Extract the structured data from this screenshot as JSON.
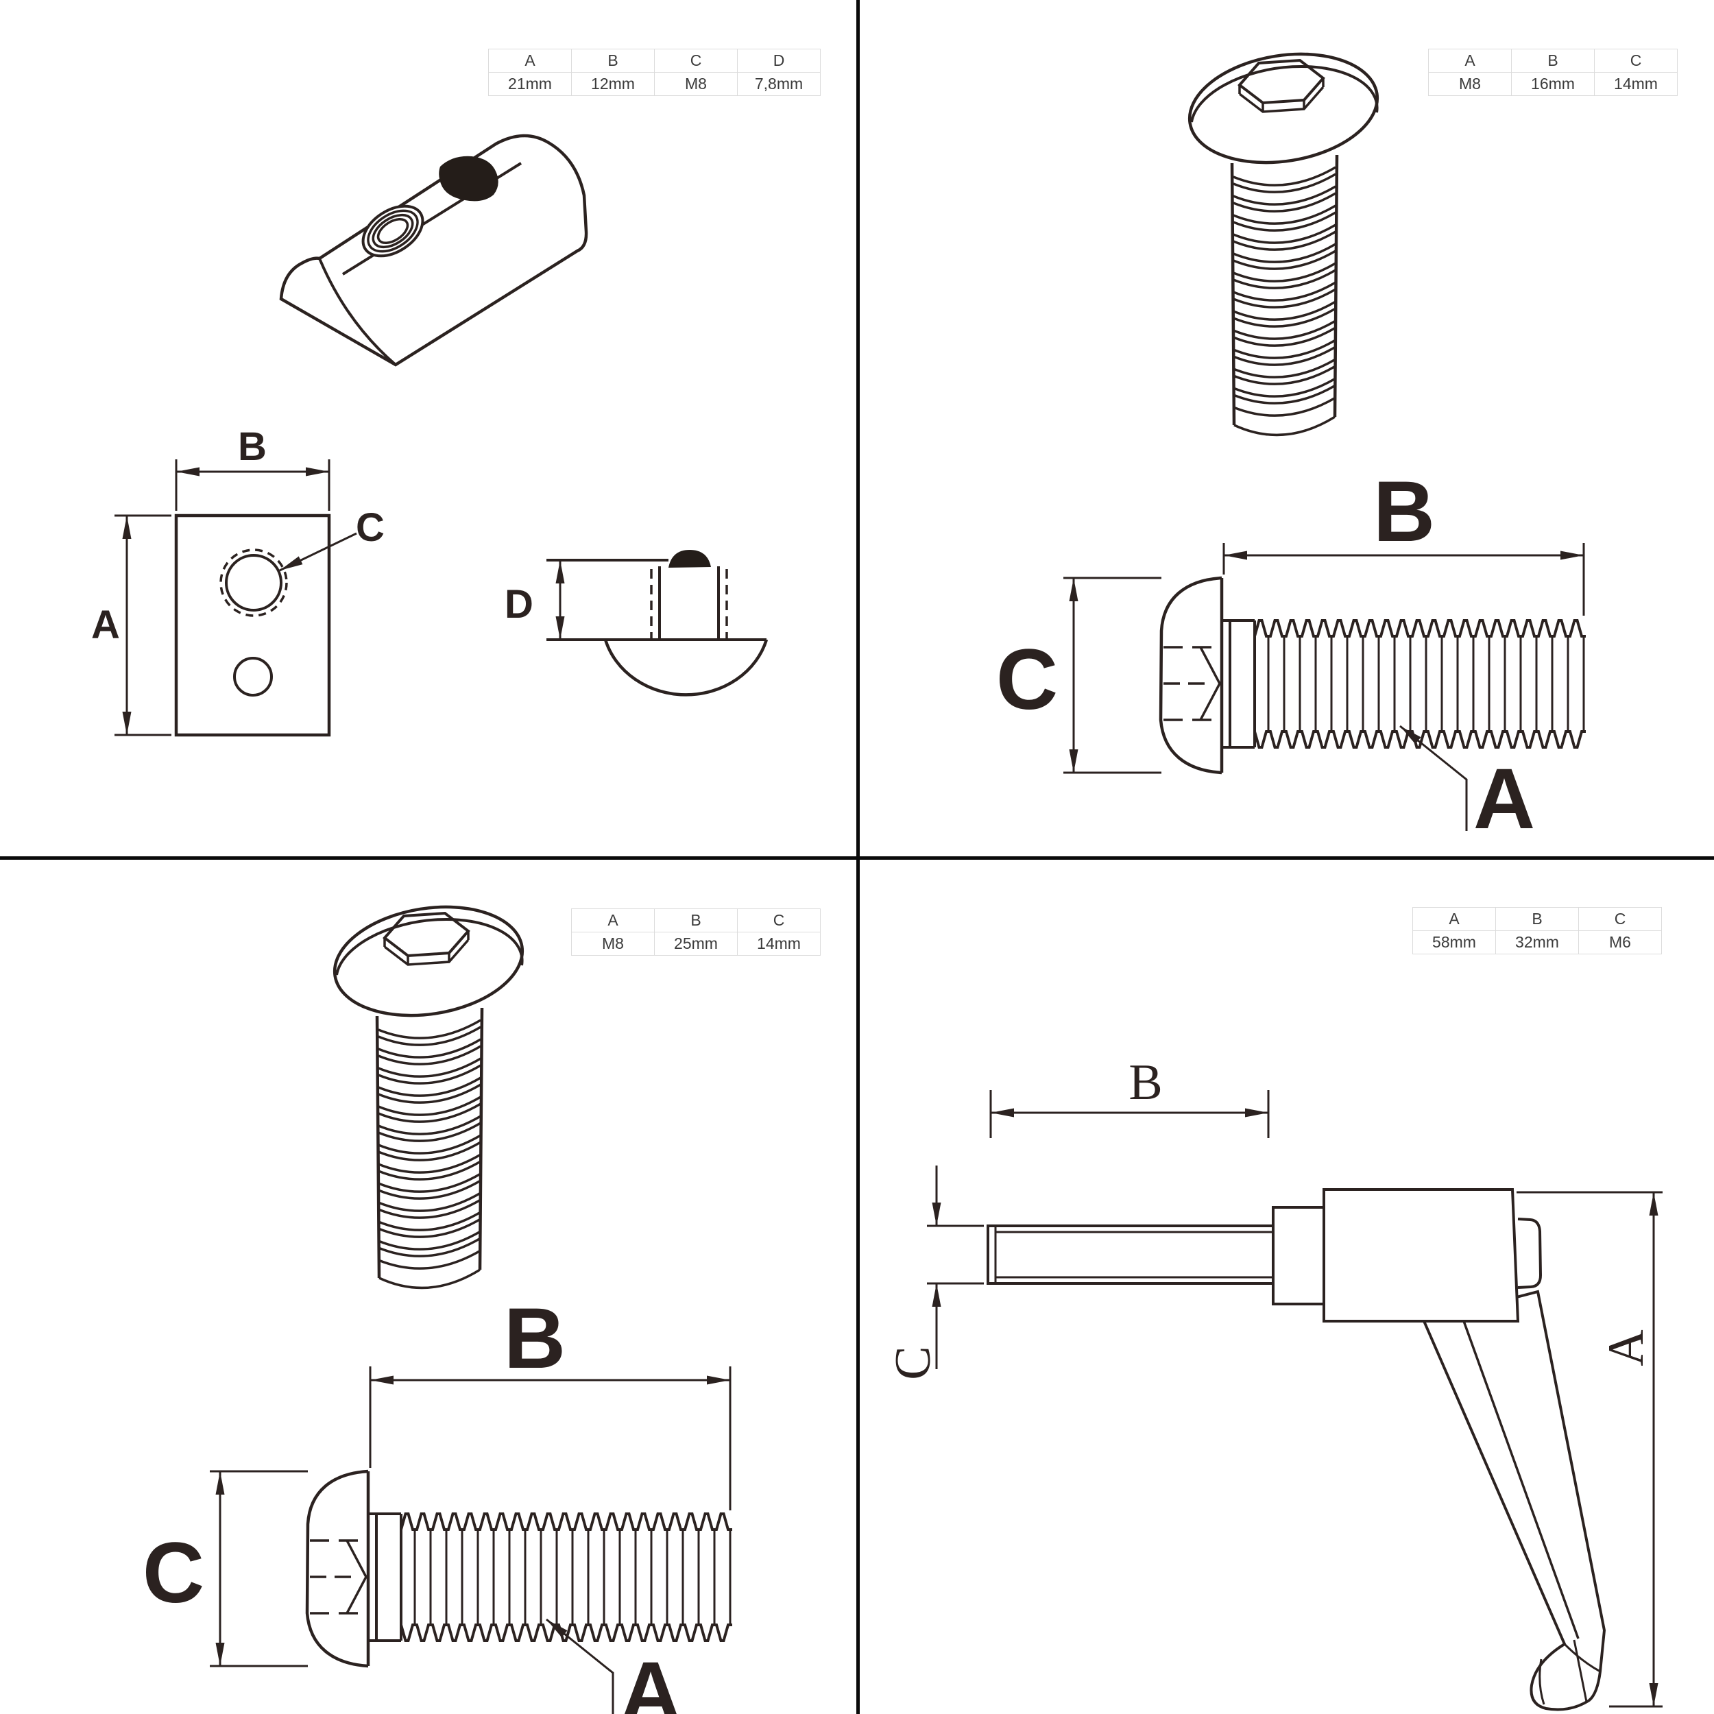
{
  "page": {
    "background": "#ffffff",
    "divider_color": "#0a0a0a",
    "line_color": "#2b2220",
    "table_border_color": "#dcdcdc",
    "table_text_color": "#3b3b3b"
  },
  "quadrants": {
    "top_left": {
      "part": "t-slot-nut",
      "table": {
        "headers": [
          "A",
          "B",
          "C",
          "D"
        ],
        "values": [
          "21mm",
          "12mm",
          "M8",
          "7,8mm"
        ]
      },
      "labels": {
        "a": "A",
        "b": "B",
        "c": "C",
        "d": "D"
      }
    },
    "top_right": {
      "part": "button-head-screw",
      "table": {
        "headers": [
          "A",
          "B",
          "C"
        ],
        "values": [
          "M8",
          "16mm",
          "14mm"
        ]
      },
      "labels": {
        "a": "A",
        "b": "B",
        "c": "C"
      }
    },
    "bottom_left": {
      "part": "button-head-screw",
      "table": {
        "headers": [
          "A",
          "B",
          "C"
        ],
        "values": [
          "M8",
          "25mm",
          "14mm"
        ]
      },
      "labels": {
        "a": "A",
        "b": "B",
        "c": "C"
      }
    },
    "bottom_right": {
      "part": "clamping-lever",
      "table": {
        "headers": [
          "A",
          "B",
          "C"
        ],
        "values": [
          "58mm",
          "32mm",
          "M6"
        ]
      },
      "labels": {
        "a": "A",
        "b": "B",
        "c": "C"
      }
    }
  }
}
